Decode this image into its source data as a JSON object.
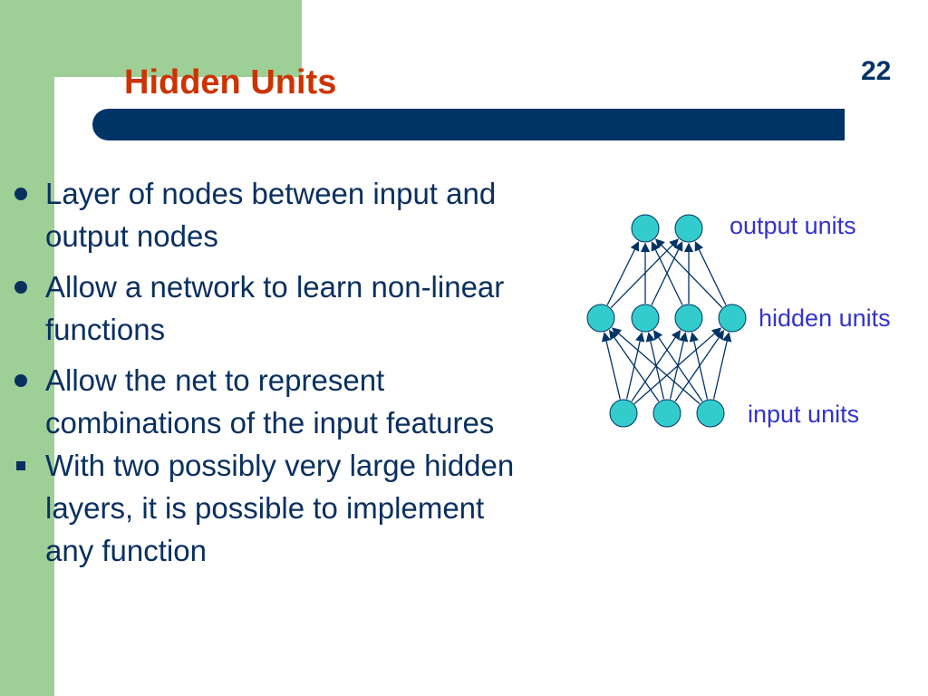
{
  "slide": {
    "title": "Hidden Units",
    "number": "22"
  },
  "bullets": [
    {
      "type": "dot",
      "text": "Layer of nodes between input and output nodes"
    },
    {
      "type": "dot",
      "text": "Allow a network to learn non-linear functions"
    },
    {
      "type": "dot",
      "text": "Allow the net to represent combinations of the input features"
    },
    {
      "type": "square",
      "text": "With two possibly very large hidden layers, it is possible to implement any function"
    }
  ],
  "diagram": {
    "labels": {
      "output": "output units",
      "hidden": "hidden units",
      "input": "input units"
    },
    "layers": {
      "output_count": 2,
      "hidden_count": 4,
      "input_count": 3
    },
    "colors": {
      "node_fill": "#33cccc",
      "node_stroke": "#003366",
      "edge": "#003366",
      "label": "#3333cc"
    }
  }
}
